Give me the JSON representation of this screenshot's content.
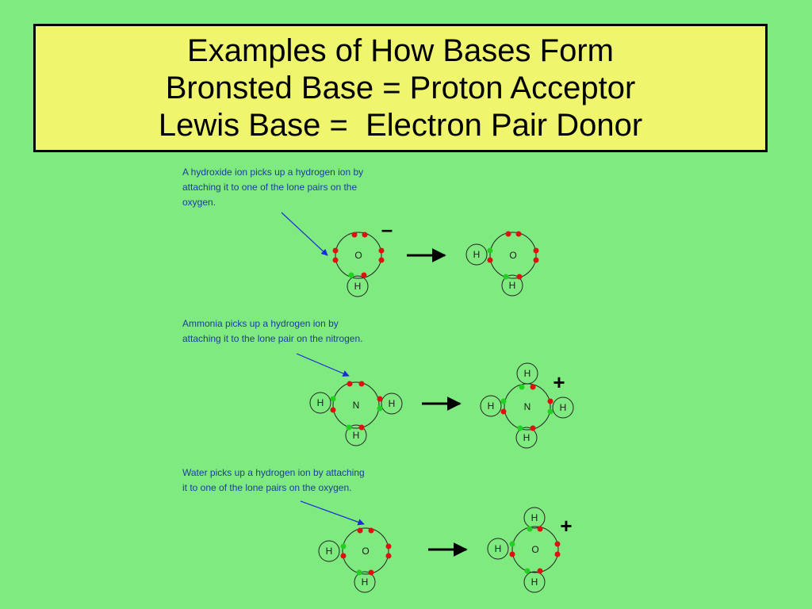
{
  "title": {
    "line1": "Examples of How Bases Form",
    "line2": "Bronsted Base = Proton Acceptor",
    "line3": "Lewis Base =  Electron Pair Donor"
  },
  "examples": [
    {
      "note": "A hydroxide ion picks up a hydrogen ion by attaching it to one of the lone pairs on the oxygen.",
      "reactant": {
        "central": "O",
        "h1": "H",
        "charge": "–"
      },
      "product": {
        "central": "O",
        "h1": "H",
        "h2": "H"
      }
    },
    {
      "note": "Ammonia picks up a hydrogen ion by attaching it to the lone pair on the nitrogen.",
      "reactant": {
        "central": "N",
        "h1": "H",
        "h2": "H",
        "h3": "H"
      },
      "product": {
        "central": "N",
        "h1": "H",
        "h2": "H",
        "h3": "H",
        "h4": "H",
        "charge": "+"
      }
    },
    {
      "note": "Water picks up a hydrogen ion by attaching it to one of the lone pairs on the oxygen.",
      "reactant": {
        "central": "O",
        "h1": "H",
        "h2": "H"
      },
      "product": {
        "central": "O",
        "h1": "H",
        "h2": "H",
        "h3": "H",
        "charge": "+"
      }
    }
  ],
  "colors": {
    "background": "#7fea80",
    "title_box": "#f0f56e",
    "lone_pair_electron": "#e01010",
    "bonding_electron": "#22d022",
    "pointer_arrow": "#1a2ad8"
  }
}
